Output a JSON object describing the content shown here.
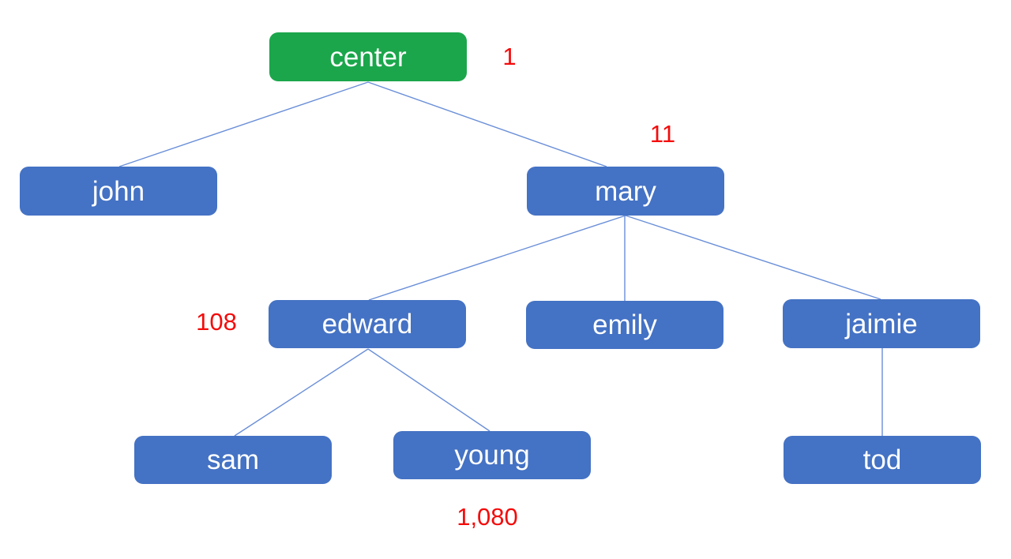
{
  "diagram": {
    "type": "tree",
    "background": "#ffffff",
    "colors": {
      "root_fill": "#1ba64b",
      "node_fill": "#4472c4",
      "node_text": "#ffffff",
      "edge": "#6a8fd8",
      "annotation": "#f40b0b"
    },
    "nodes": {
      "center": {
        "label": "center",
        "annotation": "1"
      },
      "john": {
        "label": "john"
      },
      "mary": {
        "label": "mary",
        "annotation": "11"
      },
      "edward": {
        "label": "edward",
        "annotation": "108"
      },
      "emily": {
        "label": "emily"
      },
      "jaimie": {
        "label": "jaimie"
      },
      "sam": {
        "label": "sam"
      },
      "young": {
        "label": "young",
        "annotation": "1,080"
      },
      "tod": {
        "label": "tod"
      }
    },
    "edges": [
      [
        "center",
        "john"
      ],
      [
        "center",
        "mary"
      ],
      [
        "mary",
        "edward"
      ],
      [
        "mary",
        "emily"
      ],
      [
        "mary",
        "jaimie"
      ],
      [
        "edward",
        "sam"
      ],
      [
        "edward",
        "young"
      ],
      [
        "jaimie",
        "tod"
      ]
    ]
  }
}
